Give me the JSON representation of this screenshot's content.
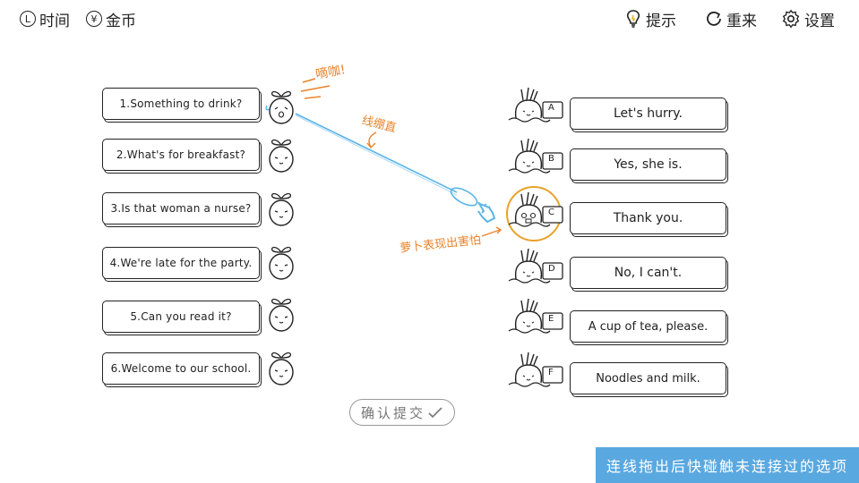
{
  "topbar": {
    "time_label": "时间",
    "time_icon": "L",
    "coins_label": "金币",
    "coins_icon": "¥",
    "hint_label": "提示",
    "reset_label": "重来",
    "settings_label": "设置"
  },
  "questions": [
    "1.Something to drink?",
    "2.What's for breakfast?",
    "3.Is that woman a nurse?",
    "4.We're late for the party.",
    "5.Can you read it?",
    "6.Welcome to our school."
  ],
  "answers": [
    {
      "letter": "A",
      "text": "Let's hurry."
    },
    {
      "letter": "B",
      "text": "Yes, she is."
    },
    {
      "letter": "C",
      "text": "Thank you."
    },
    {
      "letter": "D",
      "text": "No, I can't."
    },
    {
      "letter": "E",
      "text": "A cup of tea, please."
    },
    {
      "letter": "F",
      "text": "Noodles and milk."
    }
  ],
  "annotations": {
    "exclaim": "嘀咖!",
    "line_note": "线绷直",
    "radish_note": "萝卜表现出害怕"
  },
  "submit_label": "确认提交",
  "hint_banner": "连线拖出后快碰触未连接过的选项",
  "colors": {
    "accent_orange": "#e8832a",
    "line_blue": "#5ab4e8",
    "banner_blue": "#5aa8e0"
  }
}
